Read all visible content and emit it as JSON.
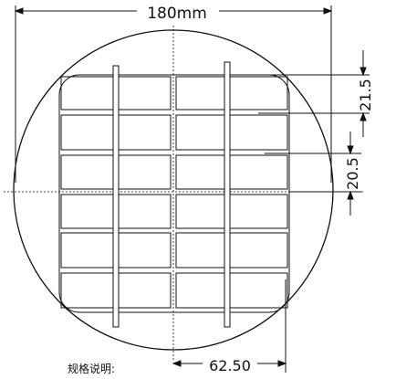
{
  "dimensions": {
    "diameter_label": "180mm",
    "cell_height_label": "21.5",
    "gap_label": "20.5",
    "half_width_label": "62.50"
  },
  "caption": {
    "spec_label": "规格说明:"
  },
  "grid": {
    "rows": 6,
    "columns_per_half": 1,
    "halves": 2
  },
  "colors": {
    "line": "#111111",
    "background": "#ffffff"
  }
}
